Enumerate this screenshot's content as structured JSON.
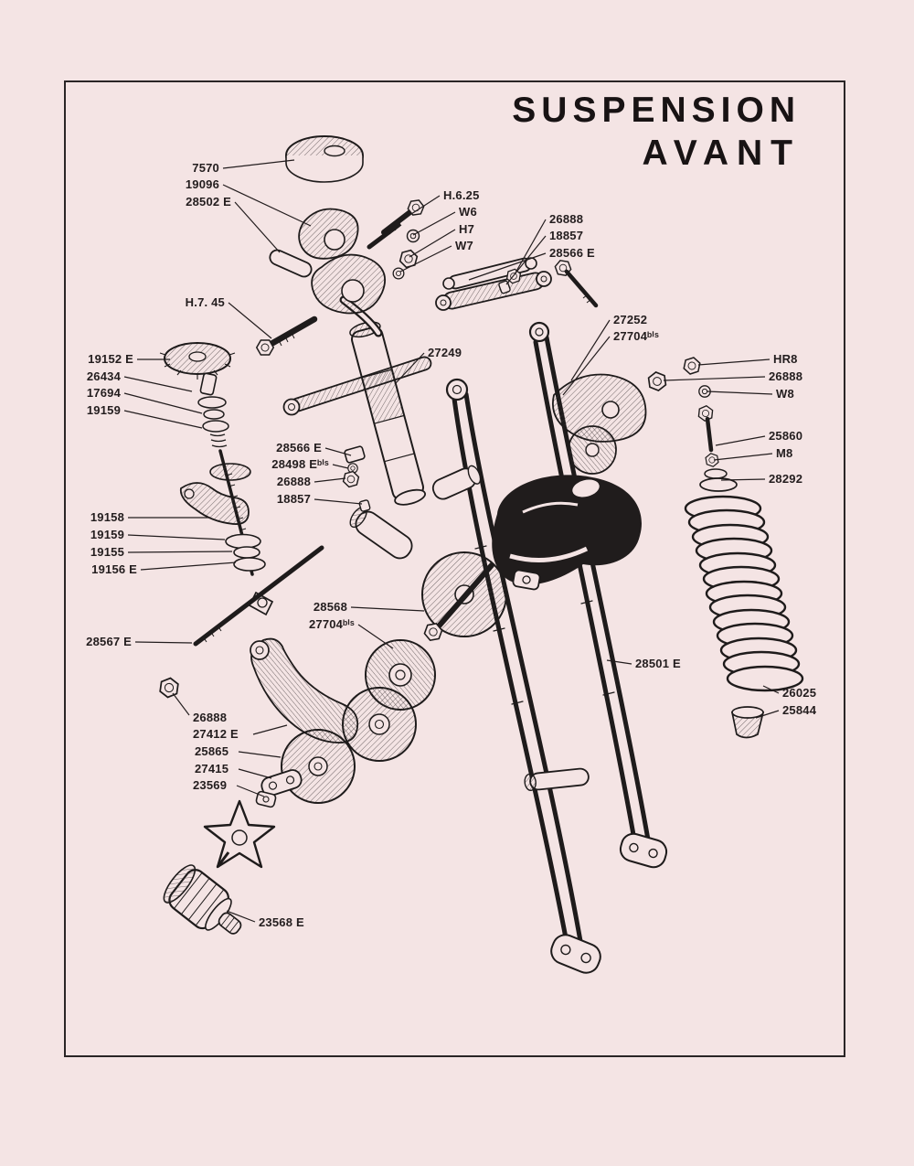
{
  "title": {
    "line1": "SUSPENSION",
    "line2": "AVANT"
  },
  "colors": {
    "ink": "#1e1b1b",
    "background": "#f4e4e4"
  },
  "labels": [
    {
      "text": "7570"
    },
    {
      "text": "19096"
    },
    {
      "text": "28502 E"
    },
    {
      "text": "H.6.25"
    },
    {
      "text": "W6"
    },
    {
      "text": "H7"
    },
    {
      "text": "W7"
    },
    {
      "text": "26888"
    },
    {
      "text": "18857"
    },
    {
      "text": "28566 E"
    },
    {
      "text": "H.7. 45"
    },
    {
      "text": "27252"
    },
    {
      "text": "27704ᵇⁱˢ"
    },
    {
      "text": "27249"
    },
    {
      "text": "19152 E"
    },
    {
      "text": "26434"
    },
    {
      "text": "17694"
    },
    {
      "text": "19159"
    },
    {
      "text": "28566 E"
    },
    {
      "text": "28498 Eᵇⁱˢ"
    },
    {
      "text": "26888"
    },
    {
      "text": "18857"
    },
    {
      "text": "19158"
    },
    {
      "text": "19159"
    },
    {
      "text": "19155"
    },
    {
      "text": "19156 E"
    },
    {
      "text": "28567 E"
    },
    {
      "text": "28568"
    },
    {
      "text": "27704ᵇⁱˢ"
    },
    {
      "text": "26888"
    },
    {
      "text": "27412 E"
    },
    {
      "text": "25865"
    },
    {
      "text": "27415"
    },
    {
      "text": "23569"
    },
    {
      "text": "23568 E"
    },
    {
      "text": "HR8"
    },
    {
      "text": "26888"
    },
    {
      "text": "W8"
    },
    {
      "text": "25860"
    },
    {
      "text": "M8"
    },
    {
      "text": "28292"
    },
    {
      "text": "26025"
    },
    {
      "text": "25844"
    },
    {
      "text": "28501 E"
    }
  ]
}
